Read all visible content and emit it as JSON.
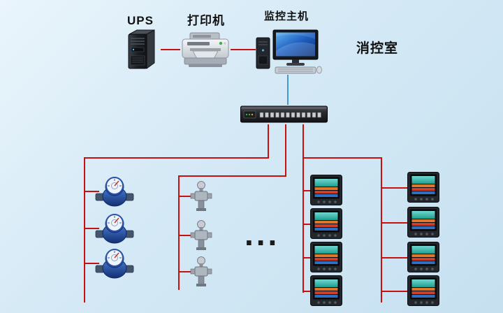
{
  "labels": {
    "ups": "UPS",
    "printer": "打印机",
    "host": "监控主机",
    "room": "消控室",
    "ellipsis": "..."
  },
  "colors": {
    "connection_red": "#c8100e",
    "connection_blue": "#3f9ad2",
    "background_top": "#eaf5fc",
    "background_bottom": "#c6e0f0"
  },
  "diagram": {
    "type": "system-topology",
    "nodes": [
      {
        "id": "ups",
        "label": "UPS",
        "icon": "ups-tower"
      },
      {
        "id": "printer",
        "label": "打印机",
        "icon": "laser-printer"
      },
      {
        "id": "host",
        "label": "监控主机",
        "icon": "desktop-computer"
      },
      {
        "id": "room",
        "label": "消控室",
        "icon": "text-only"
      },
      {
        "id": "collector",
        "label": "",
        "icon": "rack-switch"
      },
      {
        "id": "water-meter-group",
        "count": 3,
        "icon": "water-meter"
      },
      {
        "id": "valve-group",
        "count": 3,
        "icon": "valve-sensor"
      },
      {
        "id": "power-meter-column-1",
        "count": 4,
        "icon": "power-meter"
      },
      {
        "id": "power-meter-column-2",
        "count": 4,
        "icon": "power-meter"
      },
      {
        "id": "more-branches",
        "label": "...",
        "icon": "ellipsis"
      }
    ],
    "edges": [
      {
        "from": "ups",
        "to": "printer",
        "color": "#c8100e"
      },
      {
        "from": "printer",
        "to": "host",
        "color": "#c8100e"
      },
      {
        "from": "host",
        "to": "collector",
        "color": "#3f9ad2"
      },
      {
        "from": "collector",
        "to": "water-meter-group",
        "color": "#c8100e"
      },
      {
        "from": "collector",
        "to": "valve-group",
        "color": "#c8100e"
      },
      {
        "from": "collector",
        "to": "power-meter-column-1",
        "color": "#c8100e"
      },
      {
        "from": "collector",
        "to": "power-meter-column-2",
        "color": "#c8100e"
      }
    ]
  }
}
